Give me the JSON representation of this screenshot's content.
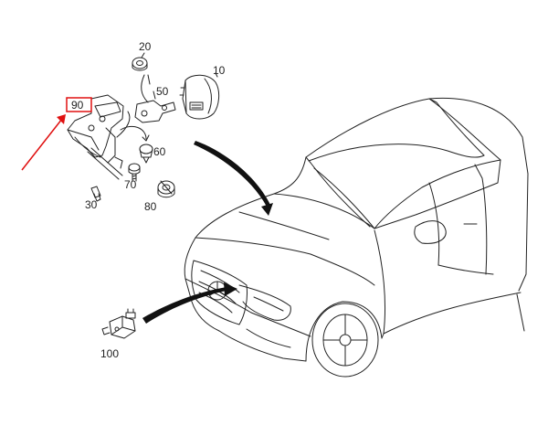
{
  "diagram": {
    "callouts": {
      "c10": "10",
      "c20": "20",
      "c30": "30",
      "c50": "50",
      "c60": "60",
      "c70": "70",
      "c80": "80",
      "c90": "90",
      "c100": "100"
    },
    "highlight_color": "#e01010",
    "line_color": "#222222"
  }
}
